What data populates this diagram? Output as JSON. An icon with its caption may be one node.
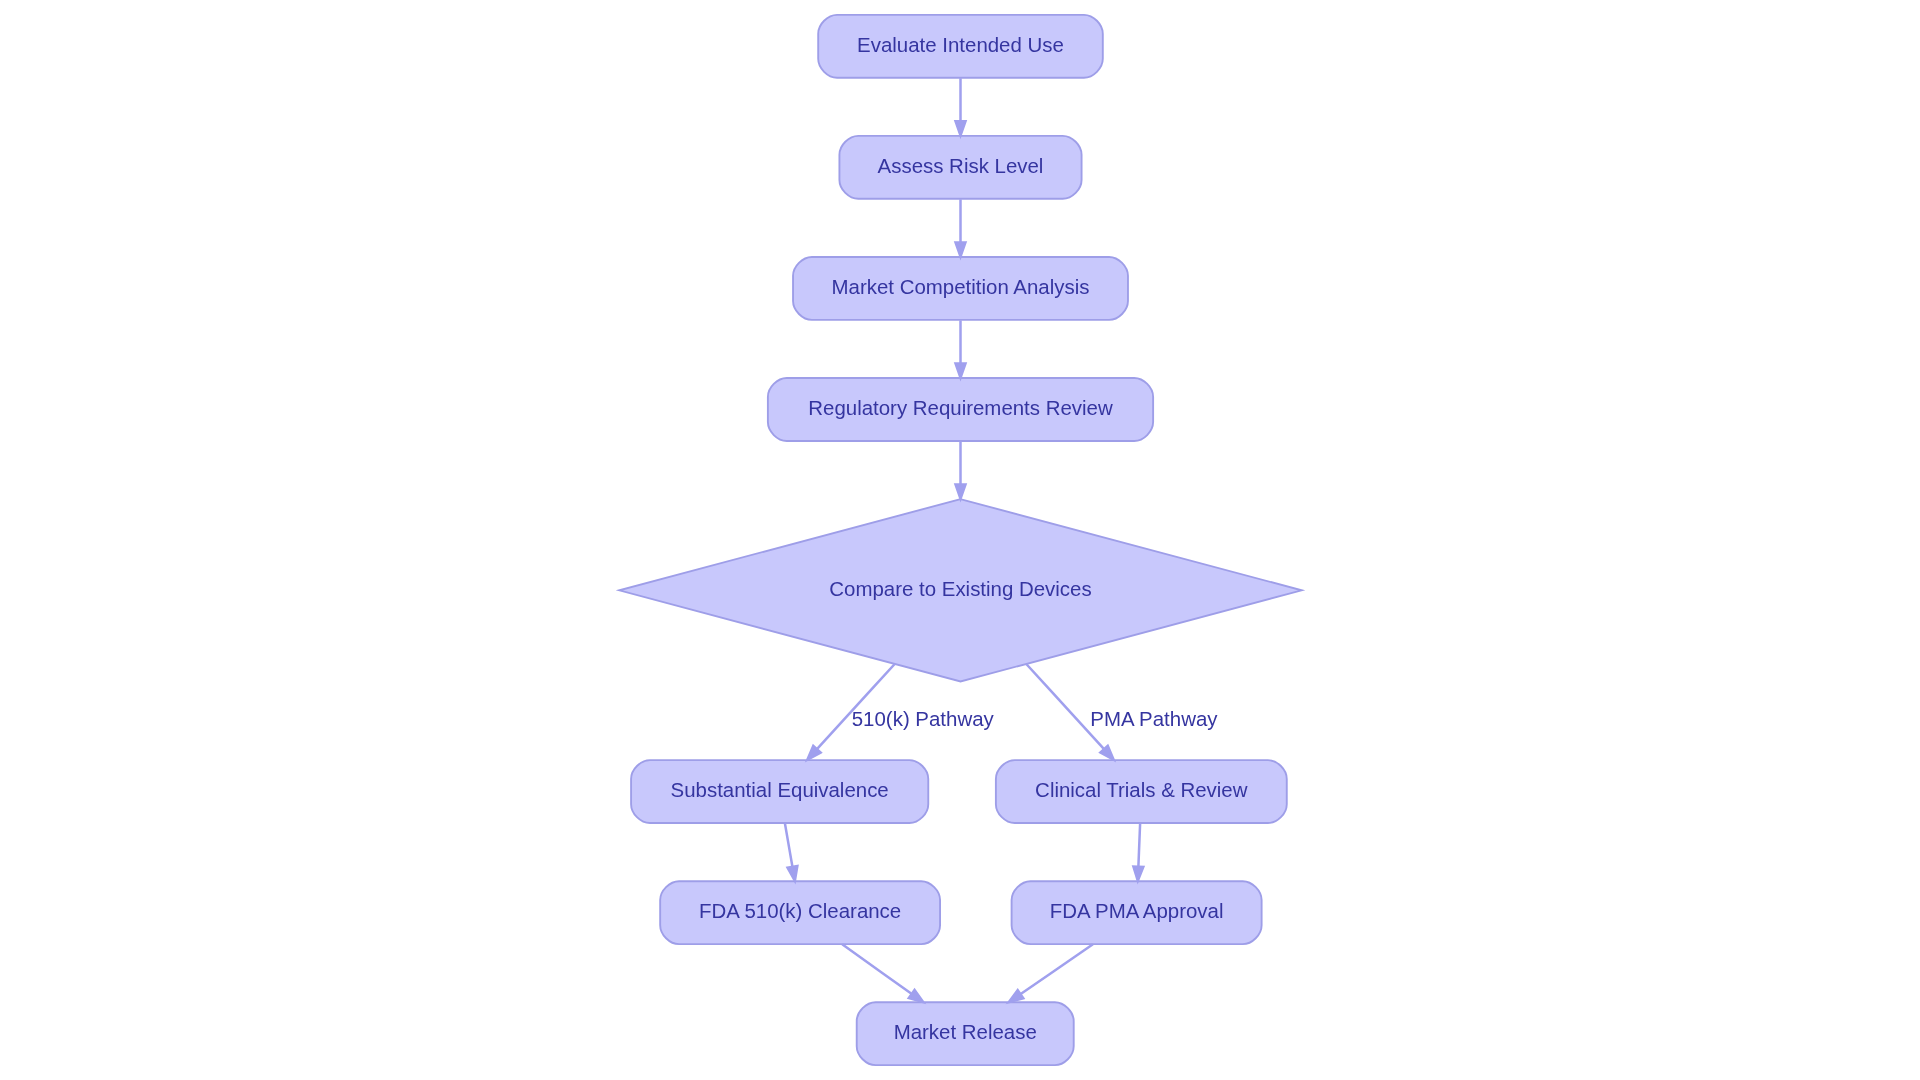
{
  "diagram": {
    "nodes": [
      {
        "text": [
          "Evaluate Intended Use"
        ]
      },
      {
        "text": [
          "Assess Risk Level"
        ]
      },
      {
        "text": [
          "Market Competition Analysis"
        ]
      },
      {
        "text": [
          "Regulatory Requirements Review"
        ]
      },
      {
        "text": [
          "Compare to Existing Devices"
        ]
      },
      {
        "text": [
          "Substantial Equivalence"
        ]
      },
      {
        "text": [
          "Clinical Trials & Review"
        ]
      },
      {
        "text": [
          "FDA 510(k) Clearance"
        ]
      },
      {
        "text": [
          "FDA PMA Approval"
        ]
      },
      {
        "text": [
          "Market Release"
        ]
      }
    ],
    "edges": [
      {
        "from": 0,
        "to": 1,
        "arrow": "to"
      },
      {
        "from": 1,
        "to": 2,
        "arrow": "to"
      },
      {
        "from": 2,
        "to": 3,
        "arrow": "to"
      },
      {
        "from": 3,
        "to": 4,
        "arrow": "to"
      },
      {
        "from": 4,
        "to": 5,
        "arrow": "to",
        "label": "510(k) Pathway"
      },
      {
        "from": 4,
        "to": 6,
        "arrow": "to",
        "label": "PMA Pathway"
      },
      {
        "from": 5,
        "to": 7,
        "arrow": "to"
      },
      {
        "from": 6,
        "to": 8,
        "arrow": "to"
      },
      {
        "from": 7,
        "to": 9,
        "arrow": "to"
      },
      {
        "from": 8,
        "to": 9,
        "arrow": "to"
      }
    ]
  }
}
